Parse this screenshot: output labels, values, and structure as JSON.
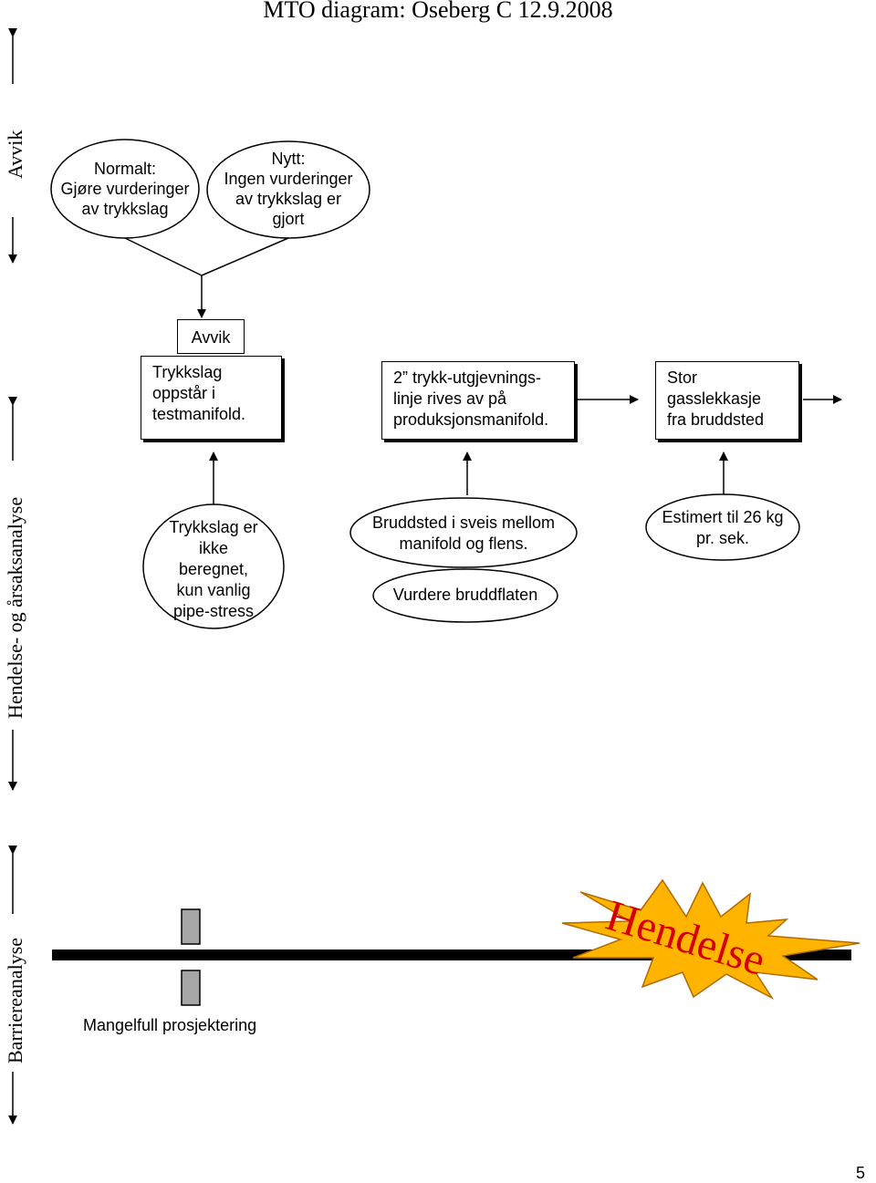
{
  "title": "MTO diagram: Oseberg C 12.9.2008",
  "side_labels": {
    "avvik": "Avvik",
    "hendelse_arsak": "Hendelse- og årsaksanalyse",
    "barriere": "Barriereanalyse"
  },
  "top_ellipses": {
    "normalt": "Normalt:\nGjøre vurderinger\nav trykkslag",
    "nytt": "Nytt:\nIngen vurderinger\nav trykkslag er\ngjort"
  },
  "avvik_tag": "Avvik",
  "event_boxes": {
    "box1": "Trykkslag\noppstår i\ntestmanifold.",
    "box2": "2” trykk-utgjevnings-\nlinje rives av på\nproduksjonsmanifold.",
    "box3": "Stor\ngasslekkasje\nfra bruddsted"
  },
  "cause_ellipses": {
    "cause1": "Trykkslag er\nikke\nberegnet,\nkun vanlig\npipe-stress",
    "cause2": "Bruddsted i sveis mellom\nmanifold og flens.",
    "cause3": "Vurdere bruddflaten",
    "cause4": "Estimert til 26 kg\npr. sek."
  },
  "barrier_label": "Mangelfull prosjektering",
  "hendelse": "Hendelse",
  "page_number": "5",
  "colors": {
    "barrier_fill": "#a6a6a6",
    "star_fill": "#ffb400",
    "hendelse_text": "#d40000"
  }
}
